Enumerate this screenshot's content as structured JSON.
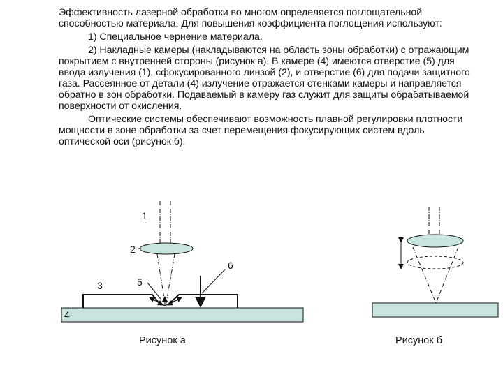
{
  "text": {
    "para1": "Эффективность лазерной обработки во многом определяется поглощательной способностью материала. Для повышения коэффициента поглощения используют:",
    "item1": "1) Специальное чернение материала.",
    "item2": "2) Накладные камеры (накладываются на область зоны обработки) с отражающим покрытием с внутренней стороны (рисунок а). В камере (4) имеются отверстие (5) для ввода излучения (1), сфокусированного линзой (2), и отверстие (6) для подачи защитного газа. Рассеянное от детали (4) излучение отражается стенками камеры и направляется обратно в зон обработки. Подаваемый в камеру газ служит для защиты обрабатываемой поверхности от окисления.",
    "para3": "Оптические системы обеспечивают возможность плавной регулировки плотности мощности в зоне обработки за счет перемещения фокусирующих систем вдоль оптической оси (рисунок б)."
  },
  "figure_a": {
    "labels": {
      "l1": "1",
      "l2": "2",
      "l3": "3",
      "l4": "4",
      "l5": "5",
      "l6": "6"
    },
    "caption": "Рисунок а"
  },
  "figure_b": {
    "caption": "Рисунок б"
  },
  "colors": {
    "workpiece_fill": "#c8e3e0",
    "lens_fill": "#c8e3e0",
    "stroke": "#111111"
  }
}
